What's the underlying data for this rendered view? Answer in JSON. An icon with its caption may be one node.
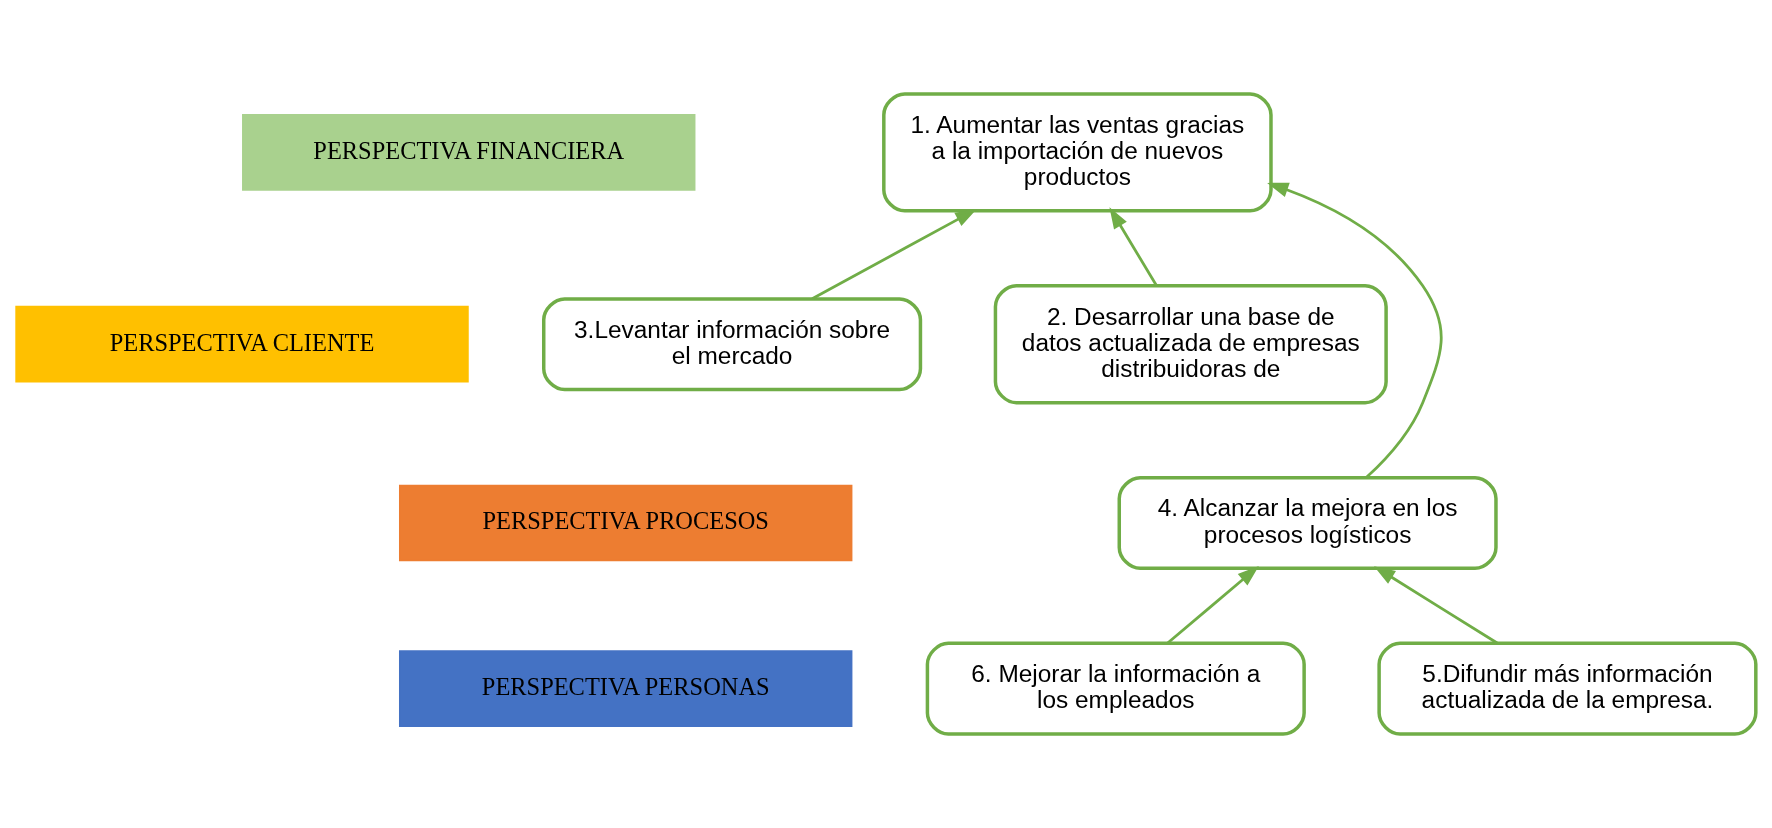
{
  "diagram": {
    "nodes": [
      {
        "text": [
          "PERSPECTIVA FINANCIERA"
        ]
      },
      {
        "text": [
          "1. Aumentar las ventas gracias a la importación de nuevos productos"
        ]
      },
      {
        "text": [
          "3.Levantar información sobre el mercado"
        ]
      },
      {
        "text": [
          "PERSPECTIVA CLIENTE"
        ]
      },
      {
        "text": [
          "2. Desarrollar una base de datos actualizada de empresas distribuidoras de"
        ]
      },
      {
        "text": [
          "4. Alcanzar la mejora en los procesos logísticos"
        ]
      },
      {
        "text": [
          "PERSPECTIVA PROCESOS"
        ]
      },
      {
        "text": [
          "6. Mejorar la información a los empleados"
        ]
      },
      {
        "text": [
          "PERSPECTIVA PERSONAS"
        ]
      },
      {
        "text": [
          "5.Difundir más información actualizada de la empresa."
        ]
      }
    ],
    "edges": [
      {
        "from": 2,
        "to": 1,
        "arrow": "to"
      },
      {
        "from": 4,
        "to": 1,
        "arrow": "to"
      },
      {
        "from": 5,
        "to": 1,
        "arrow": "to"
      },
      {
        "from": 7,
        "to": 5,
        "arrow": "to"
      },
      {
        "from": 9,
        "to": 5,
        "arrow": "to"
      }
    ]
  }
}
